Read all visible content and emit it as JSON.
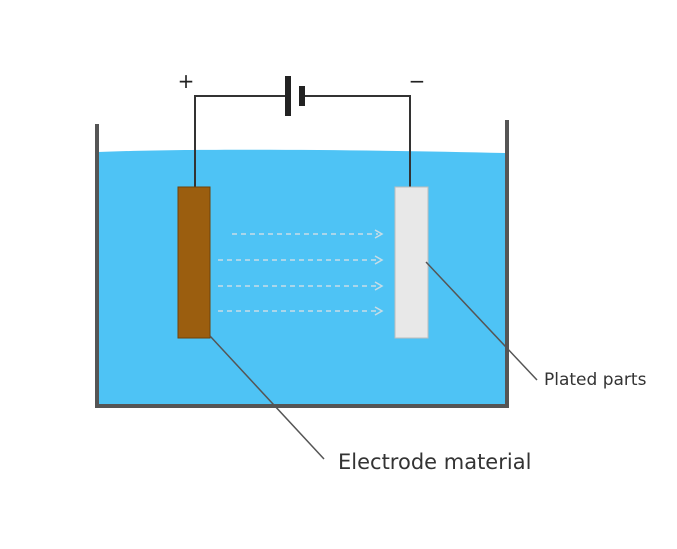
{
  "labels": {
    "anode_sign": "+",
    "cathode_sign": "−",
    "plated_parts": "Plated parts",
    "electrode_material": "Electrode material"
  },
  "colors": {
    "solution": "#4ec3f5",
    "tank_wall": "#555555",
    "wire": "#333333",
    "anode": "#9b5e0f",
    "cathode": "#e8e8e8",
    "leader_line": "#555555",
    "ion_arrow": "#c9dde6"
  },
  "ion_flow": {
    "arrow_count": 4,
    "direction": "anode-to-cathode"
  }
}
